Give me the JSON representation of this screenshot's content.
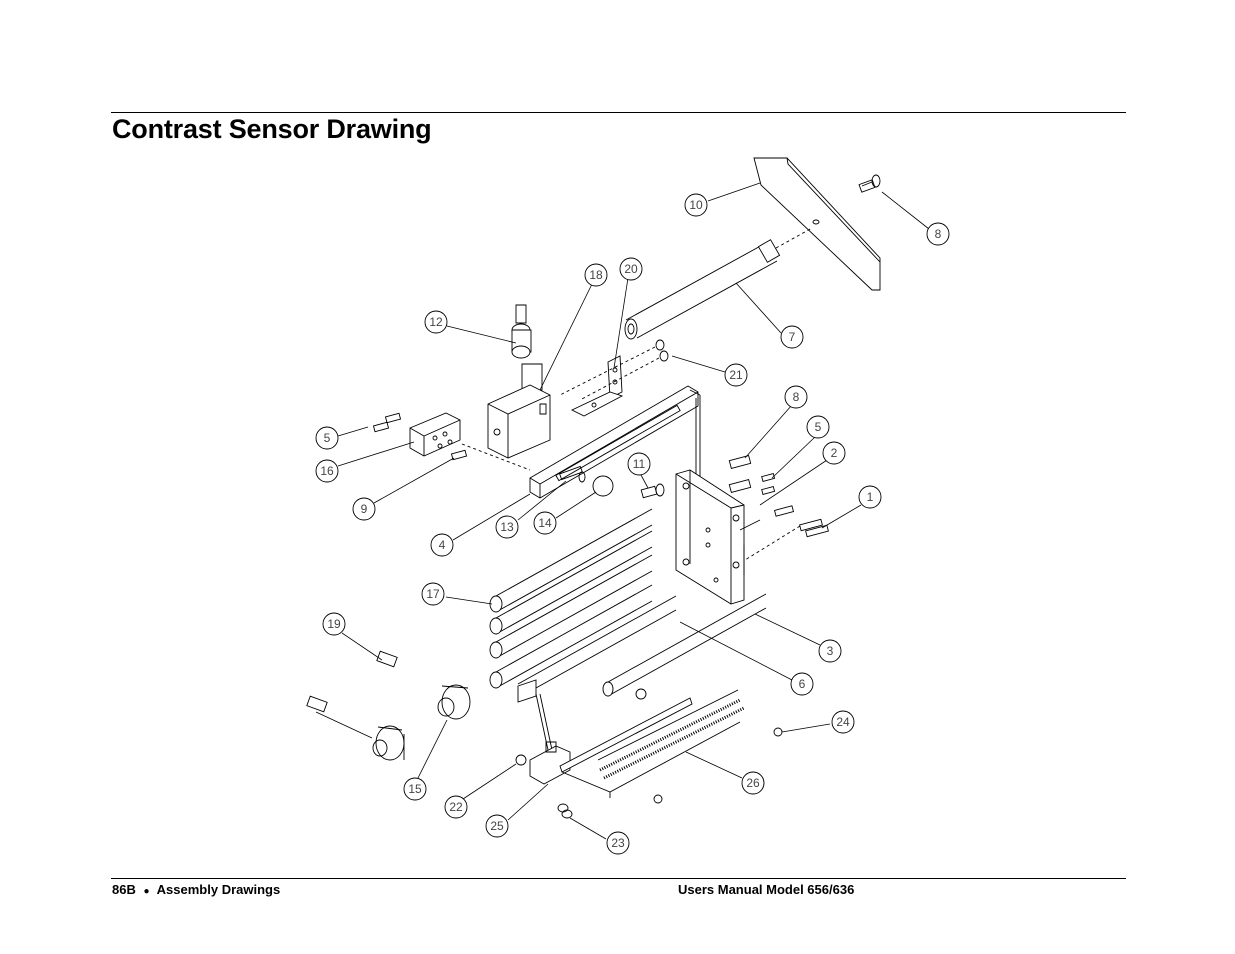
{
  "header": {
    "title": "Contrast Sensor Drawing"
  },
  "footer": {
    "page": "86B",
    "bullet": "●",
    "section": "Assembly Drawings",
    "manual": "Users Manual Model 656/636"
  },
  "callouts": [
    "10",
    "8",
    "7",
    "18",
    "20",
    "12",
    "21",
    "5",
    "16",
    "9",
    "4",
    "13",
    "14",
    "11",
    "8",
    "5",
    "2",
    "1",
    "17",
    "3",
    "6",
    "19",
    "15",
    "22",
    "25",
    "23",
    "24",
    "26"
  ]
}
